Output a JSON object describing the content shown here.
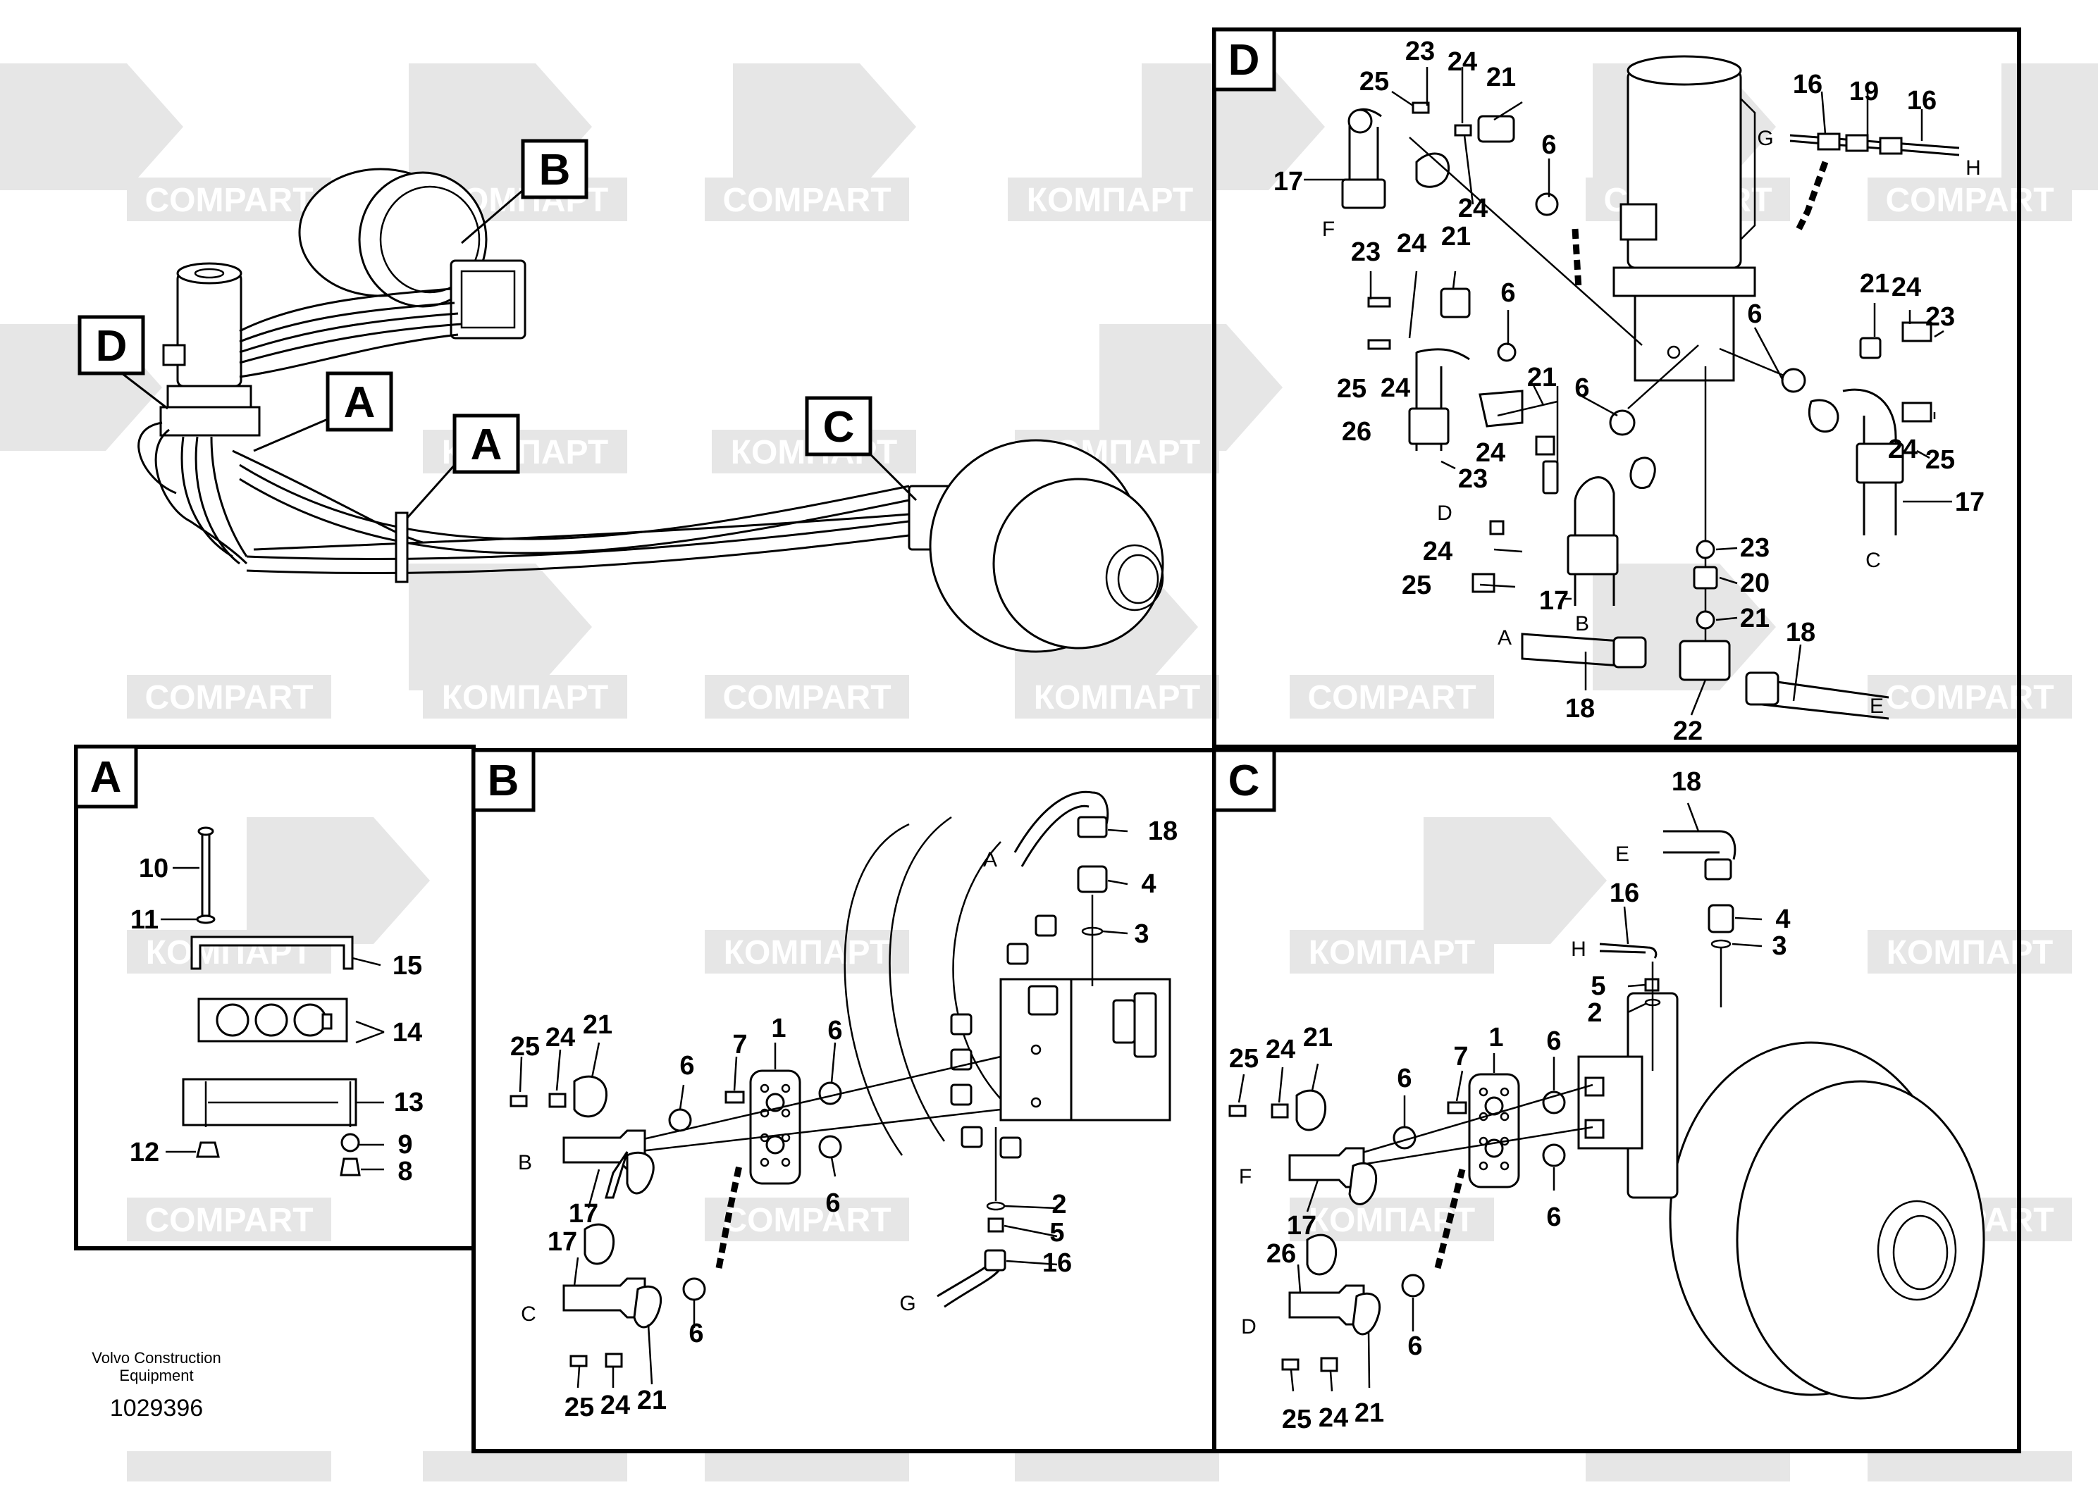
{
  "watermarks": {
    "compart": "COMPART",
    "kompart": "КОМПАРТ"
  },
  "overview": {
    "callouts": [
      "B",
      "D",
      "A",
      "A",
      "C"
    ]
  },
  "panels": {
    "A": {
      "tag": "A",
      "labels": [
        "10",
        "11",
        "15",
        "14",
        "13",
        "12",
        "9",
        "8"
      ]
    },
    "B": {
      "tag": "B",
      "labels": [
        "18",
        "4",
        "3",
        "25",
        "24",
        "21",
        "6",
        "7",
        "1",
        "6",
        "17",
        "6",
        "2",
        "5",
        "16",
        "17",
        "6",
        "25",
        "24",
        "21"
      ],
      "letters": [
        "A",
        "B",
        "C",
        "G"
      ]
    },
    "C": {
      "tag": "C",
      "labels": [
        "18",
        "16",
        "4",
        "3",
        "5",
        "2",
        "25",
        "24",
        "21",
        "6",
        "7",
        "1",
        "6",
        "17",
        "6",
        "26",
        "6",
        "25",
        "24",
        "21"
      ],
      "letters": [
        "E",
        "H",
        "F",
        "D"
      ]
    },
    "D": {
      "tag": "D",
      "labels": [
        "23",
        "24",
        "21",
        "25",
        "16",
        "19",
        "16",
        "17",
        "6",
        "24",
        "23",
        "24",
        "21",
        "6",
        "21",
        "24",
        "23",
        "6",
        "25",
        "24",
        "21",
        "6",
        "24",
        "25",
        "26",
        "24",
        "23",
        "17",
        "24",
        "25",
        "23",
        "20",
        "21",
        "17",
        "18",
        "18",
        "22"
      ],
      "letters": [
        "G",
        "H",
        "F",
        "D",
        "C",
        "A",
        "B",
        "E"
      ]
    }
  },
  "footer": {
    "company_line1": "Volvo Construction",
    "company_line2": "Equipment",
    "figure_number": "1029396"
  }
}
